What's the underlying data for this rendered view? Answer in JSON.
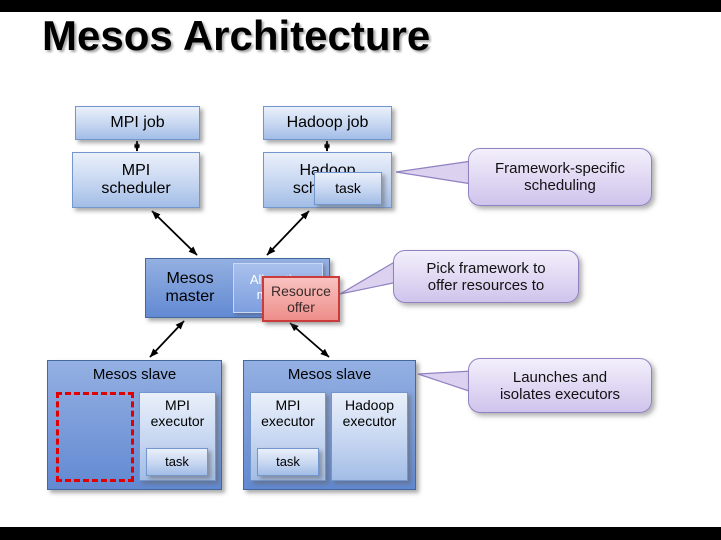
{
  "slide": {
    "title": "Mesos Architecture"
  },
  "nodes": {
    "mpi_job": "MPI job",
    "hadoop_job": "Hadoop job",
    "mpi_scheduler": "MPI scheduler",
    "hadoop_scheduler": "Hadoop scheduler",
    "hadoop_scheduler_task": "task",
    "mesos_master": "Mesos master",
    "allocation_module": "Allocation module",
    "resource_offer": "Resource offer",
    "mesos_slave_1": "Mesos slave",
    "mesos_slave_2": "Mesos slave",
    "slave1_mpi_executor": "MPI executor",
    "slave1_task": "task",
    "slave2_mpi_executor": "MPI executor",
    "slave2_task": "task",
    "slave2_hadoop_executor": "Hadoop executor"
  },
  "callouts": {
    "framework_specific": "Framework-specific scheduling",
    "pick_framework": "Pick framework to offer resources to",
    "launches_isolates": "Launches and isolates executors"
  },
  "colors": {
    "box_border_blue": "#7396cc",
    "box_fill_light": "#c6d6f1",
    "master_slave_fill": "#6289d2",
    "allocation_fill": "#8aa9e0",
    "resource_fill": "#f2a19e",
    "resource_border": "#cc3b3b",
    "callout_fill": "#d8cdee",
    "callout_border": "#9181c1",
    "dashed_rect_red": "#e10000",
    "arrow_color": "#000000",
    "letterbox_black": "#000000"
  }
}
